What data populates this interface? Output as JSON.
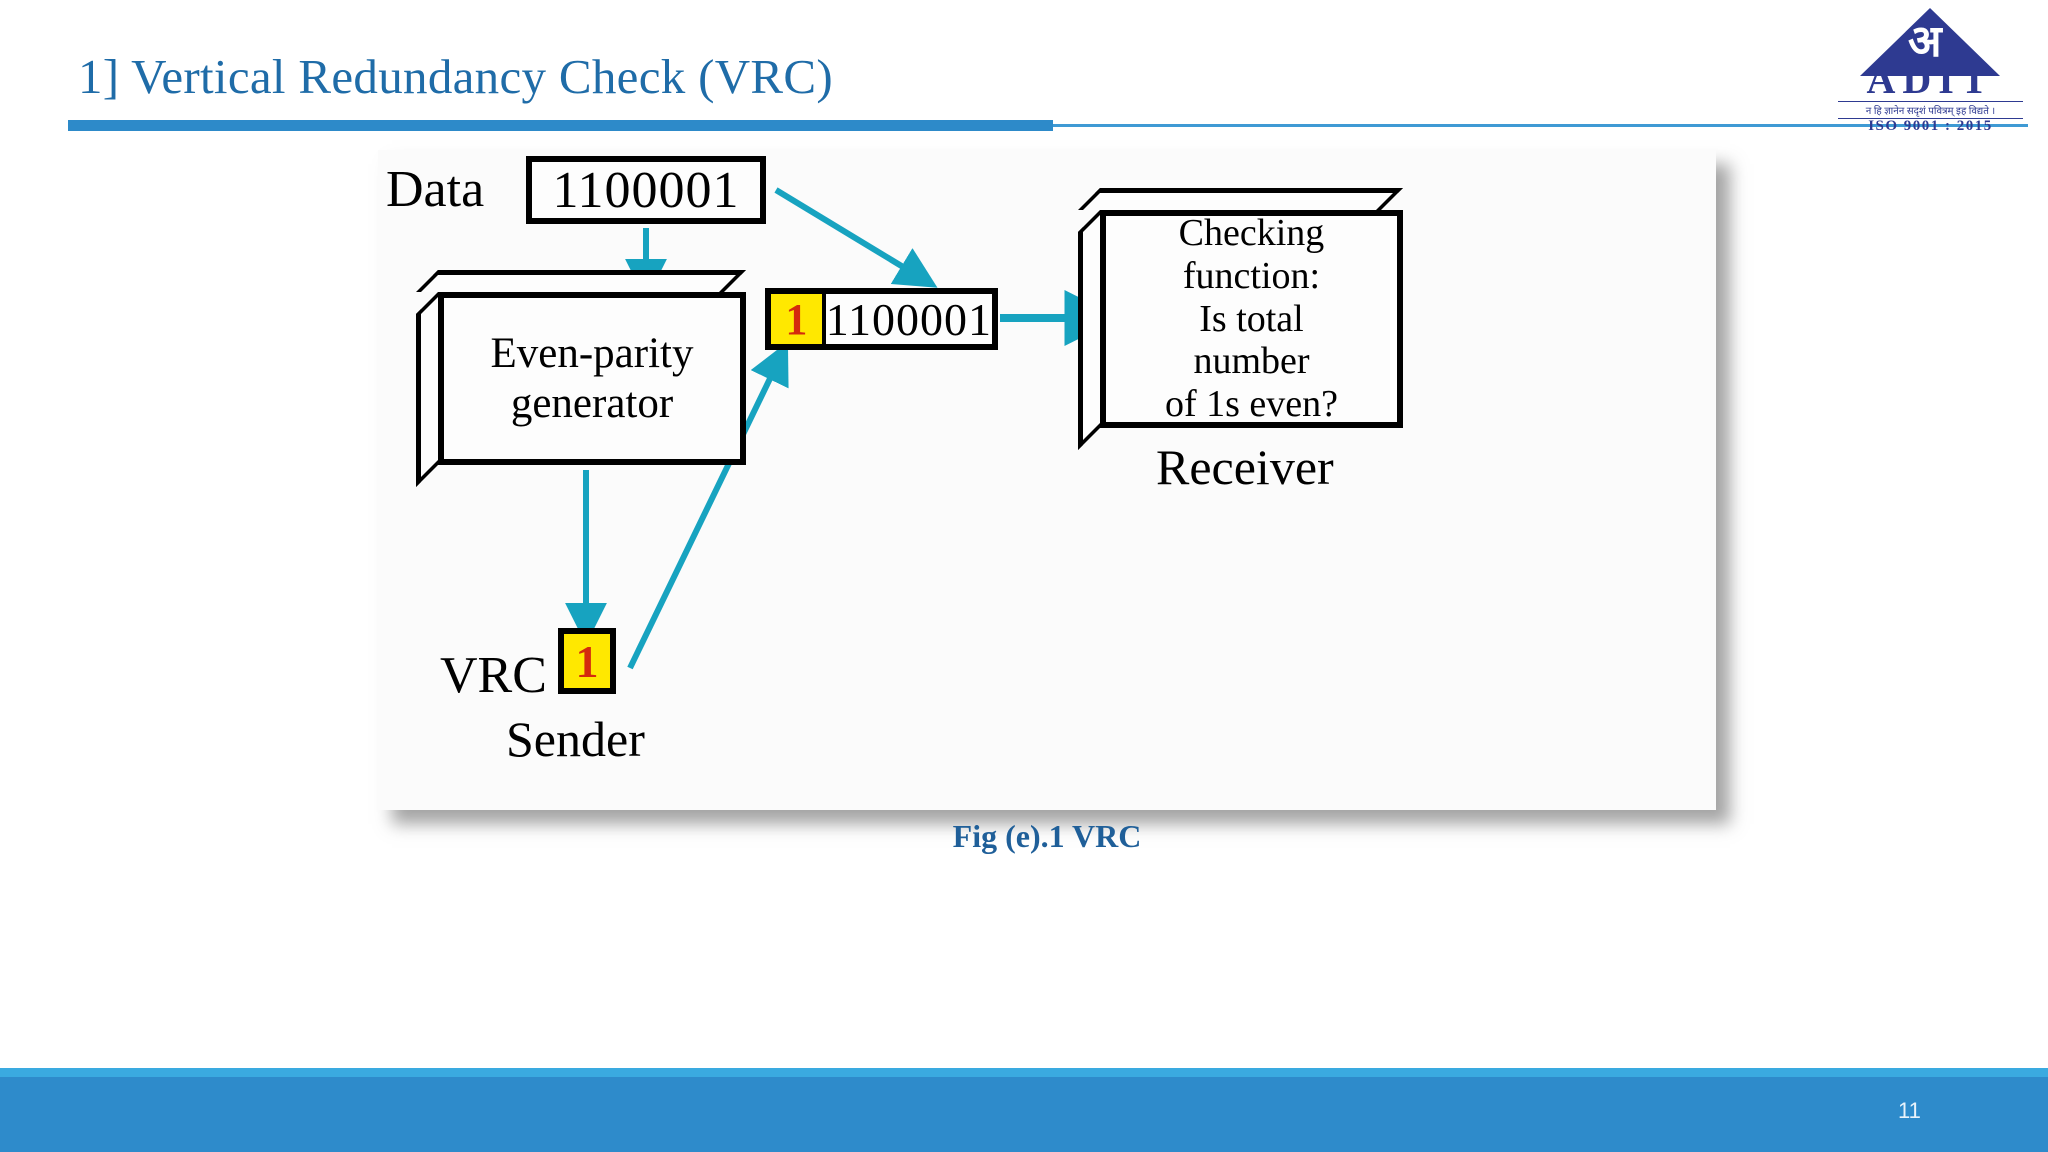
{
  "slide": {
    "title": "1] Vertical Redundancy Check (VRC)",
    "page_number": "11",
    "accent_color": "#2d8ac9",
    "title_color": "#1f6ca8",
    "footer_color": "#2e8bcb"
  },
  "logo": {
    "name": "ADIT",
    "glyph": "अ",
    "motto": "न हि ज्ञानेन सदृशं  पवित्रम् इह विद्यते ।",
    "certification": "ISO 9001 : 2015",
    "color": "#2e3a91"
  },
  "figure": {
    "caption": "Fig (e).1 VRC",
    "caption_color": "#1f5f99",
    "highlight_color": "#ffe800",
    "parity_bit_color": "#d42a0d",
    "arrow_color": "#17a3c0",
    "labels": {
      "data": "Data",
      "vrc": "VRC",
      "sender": "Sender",
      "receiver": "Receiver"
    },
    "data_box": {
      "bits": "1100001"
    },
    "parity_generator": {
      "line1": "Even-parity",
      "line2": "generator"
    },
    "vrc_cell": {
      "bit": "1"
    },
    "transmitted_frame": {
      "parity_bit": "1",
      "bits": "1100001"
    },
    "receiver_box": {
      "line1": "Checking",
      "line2": "function:",
      "line3": "Is total",
      "line4": "number",
      "line5": "of 1s even?"
    }
  }
}
